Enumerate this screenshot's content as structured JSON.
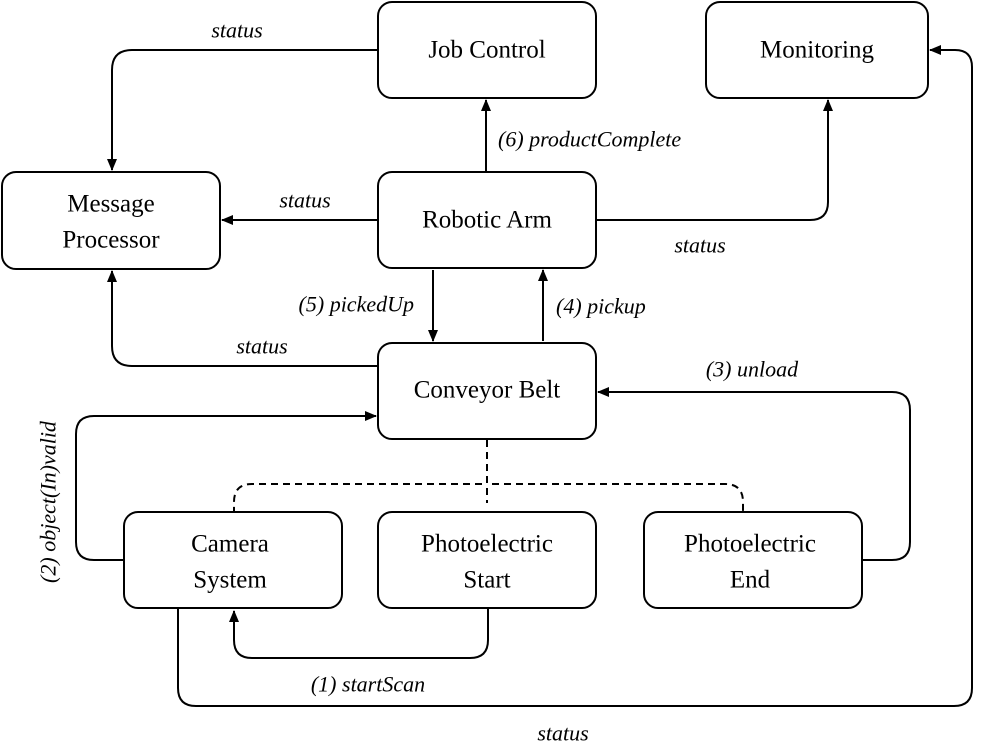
{
  "nodes": {
    "job_control": {
      "lines": [
        "Job Control"
      ]
    },
    "monitoring": {
      "lines": [
        "Monitoring"
      ]
    },
    "message_processor": {
      "lines": [
        "Message",
        "Processor"
      ]
    },
    "robotic_arm": {
      "lines": [
        "Robotic Arm"
      ]
    },
    "conveyor_belt": {
      "lines": [
        "Conveyor Belt"
      ]
    },
    "camera_system": {
      "lines": [
        "Camera",
        "System"
      ]
    },
    "photoelectric_start": {
      "lines": [
        "Photoelectric",
        "Start"
      ]
    },
    "photoelectric_end": {
      "lines": [
        "Photoelectric",
        "End"
      ]
    }
  },
  "edges": {
    "job_to_message": {
      "label": "status"
    },
    "arm_to_job": {
      "label": "(6) productComplete"
    },
    "arm_to_message": {
      "label": "status"
    },
    "arm_to_monitoring": {
      "label": "status"
    },
    "arm_to_belt": {
      "label": "(5) pickedUp"
    },
    "belt_to_arm": {
      "label": "(4) pickup"
    },
    "belt_to_message": {
      "label": "status"
    },
    "end_to_belt": {
      "label": "(3) unload"
    },
    "camera_to_belt": {
      "label": "(2) object(In)valid"
    },
    "start_to_camera": {
      "label": "(1) startScan"
    },
    "camera_to_monitoring": {
      "label": "status"
    }
  }
}
